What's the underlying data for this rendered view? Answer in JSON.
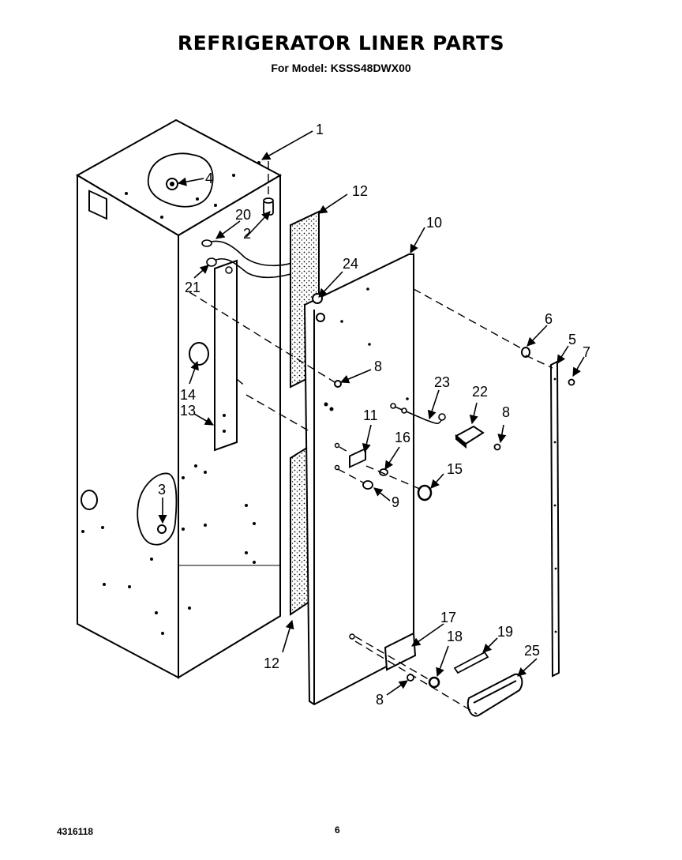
{
  "header": {
    "title": "REFRIGERATOR LINER PARTS",
    "subtitle": "For Model: KSSS48DWX00"
  },
  "footer": {
    "doc_number": "4316118",
    "page_number": "6"
  },
  "callouts": {
    "c1": "1",
    "c2": "2",
    "c3": "3",
    "c4": "4",
    "c5": "5",
    "c6": "6",
    "c7": "7",
    "c8a": "8",
    "c8b": "8",
    "c8c": "8",
    "c9": "9",
    "c10": "10",
    "c11": "11",
    "c12a": "12",
    "c12b": "12",
    "c13": "13",
    "c14": "14",
    "c15": "15",
    "c16": "16",
    "c17": "17",
    "c18": "18",
    "c19": "19",
    "c20": "20",
    "c21": "21",
    "c22": "22",
    "c23": "23",
    "c24": "24",
    "c25": "25"
  }
}
